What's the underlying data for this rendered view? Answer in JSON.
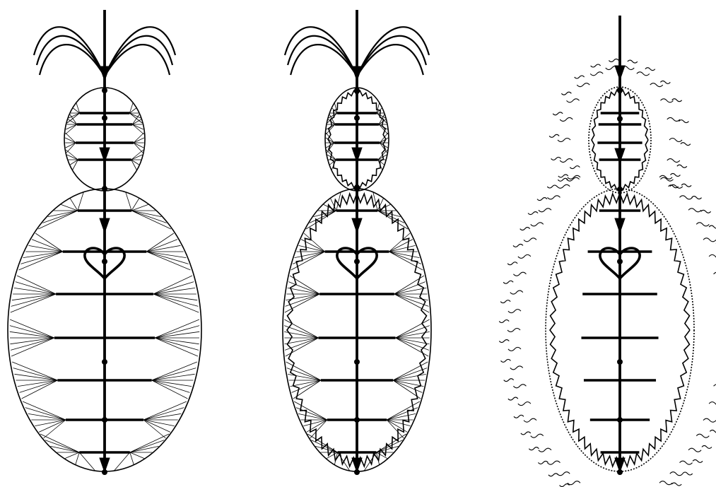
{
  "diagram": {
    "figures": [
      {
        "id": "figure-1",
        "outline": "plain",
        "radial_lines": true,
        "zigzag_inner": false,
        "halo_waves": false,
        "crown_curves": true,
        "heart": true
      },
      {
        "id": "figure-2",
        "outline": "plain",
        "radial_lines": true,
        "zigzag_inner": true,
        "halo_waves": false,
        "crown_curves": true,
        "heart": true
      },
      {
        "id": "figure-3",
        "outline": "dotted",
        "radial_lines": false,
        "zigzag_inner": true,
        "halo_waves": true,
        "crown_curves": false,
        "heart": true
      }
    ],
    "colors": {
      "stroke": "#000000",
      "background": "#ffffff"
    }
  }
}
